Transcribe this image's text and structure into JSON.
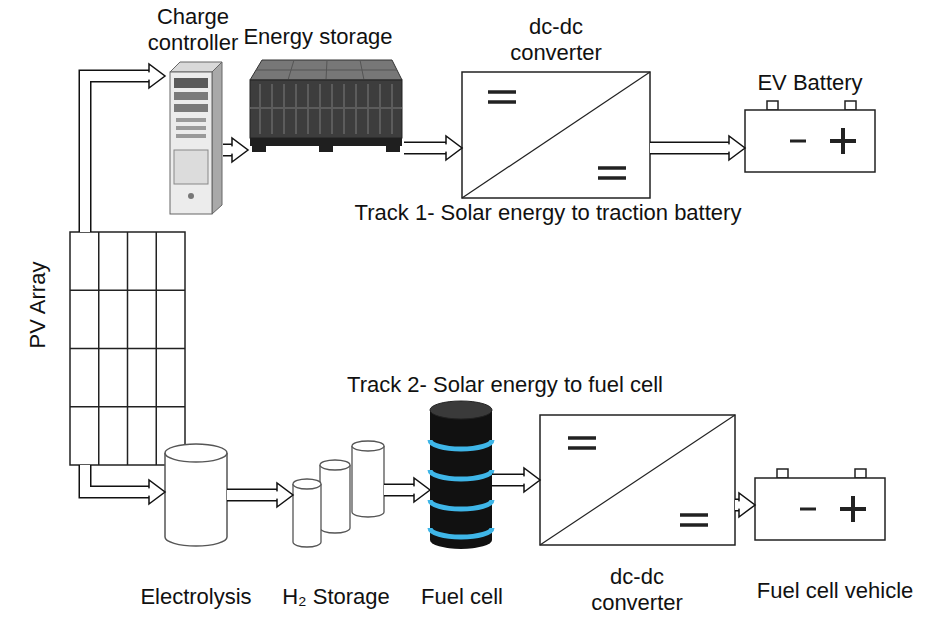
{
  "diagram": {
    "nodes": [
      {
        "text": [
          "PV Array"
        ]
      },
      {
        "text": [
          "Charge controller"
        ]
      },
      {
        "text": [
          "Energy storage"
        ]
      },
      {
        "text": [
          "dc-dc converter"
        ]
      },
      {
        "text": [
          "EV Battery"
        ]
      },
      {
        "text": [
          "Electrolysis"
        ]
      },
      {
        "text": [
          "H₂ Storage"
        ]
      },
      {
        "text": [
          "Fuel cell"
        ]
      },
      {
        "text": [
          "dc-dc converter"
        ]
      },
      {
        "text": [
          "Fuel cell vehicle"
        ]
      }
    ],
    "edges": [
      {
        "from": 0,
        "to": 1,
        "arrow": "to"
      },
      {
        "from": 1,
        "to": 2,
        "arrow": "to"
      },
      {
        "from": 2,
        "to": 3,
        "arrow": "to"
      },
      {
        "from": 3,
        "to": 4,
        "arrow": "to"
      },
      {
        "from": 0,
        "to": 5,
        "arrow": "to"
      },
      {
        "from": 5,
        "to": 6,
        "arrow": "to"
      },
      {
        "from": 6,
        "to": 7,
        "arrow": "to"
      },
      {
        "from": 7,
        "to": 8,
        "arrow": "to"
      },
      {
        "from": 8,
        "to": 9,
        "arrow": "to"
      }
    ],
    "labels": [
      "Track 1- Solar energy to traction battery",
      "Track 2- Solar energy to fuel cell"
    ]
  }
}
